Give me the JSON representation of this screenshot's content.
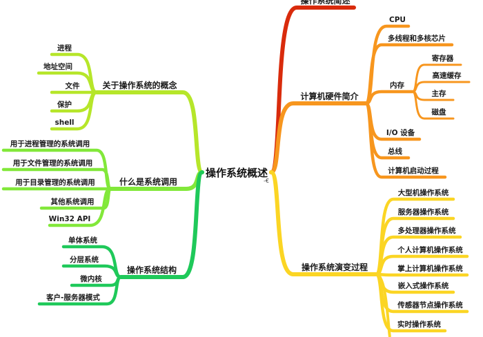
{
  "root": {
    "label": "操作系统概述",
    "marker": "-€"
  },
  "right_branches": [
    {
      "label": "操作系统简述",
      "color": "#d92b0c",
      "children": []
    },
    {
      "label": "计算机硬件简介",
      "color": "#f7961e",
      "children": [
        {
          "label": "CPU"
        },
        {
          "label": "多线程和多核芯片"
        },
        {
          "label": "内存",
          "children": [
            {
              "label": "寄存器"
            },
            {
              "label": "高速缓存"
            },
            {
              "label": "主存"
            },
            {
              "label": "磁盘"
            }
          ]
        },
        {
          "label": "I/O 设备"
        },
        {
          "label": "总线"
        },
        {
          "label": "计算机启动过程"
        }
      ]
    },
    {
      "label": "操作系统演变过程",
      "color": "#fbd524",
      "children": [
        {
          "label": "大型机操作系统"
        },
        {
          "label": "服务器操作系统"
        },
        {
          "label": "多处理器操作系统"
        },
        {
          "label": "个人计算机操作系统"
        },
        {
          "label": "掌上计算机操作系统"
        },
        {
          "label": "嵌入式操作系统"
        },
        {
          "label": "传感器节点操作系统"
        },
        {
          "label": "实时操作系统"
        }
      ]
    }
  ],
  "left_branches": [
    {
      "label": "关于操作系统的概念",
      "color": "#b6e62a",
      "children": [
        {
          "label": "进程"
        },
        {
          "label": "地址空间"
        },
        {
          "label": "文件"
        },
        {
          "label": "保护"
        },
        {
          "label": "shell"
        }
      ]
    },
    {
      "label": "什么是系统调用",
      "color": "#82e83a",
      "children": [
        {
          "label": "用于进程管理的系统调用"
        },
        {
          "label": "用于文件管理的系统调用"
        },
        {
          "label": "用于目录管理的系统调用"
        },
        {
          "label": "其他系统调用"
        },
        {
          "label": "Win32 API"
        }
      ]
    },
    {
      "label": "操作系统结构",
      "color": "#1fc95a",
      "children": [
        {
          "label": "单体系统"
        },
        {
          "label": "分层系统"
        },
        {
          "label": "微内核"
        },
        {
          "label": "客户-服务器模式"
        }
      ]
    }
  ]
}
